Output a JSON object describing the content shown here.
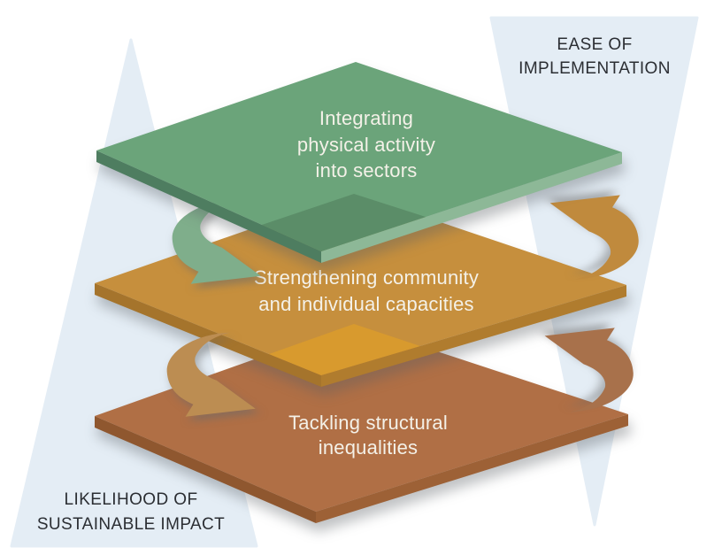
{
  "diagram": {
    "axis_labels": {
      "ease": {
        "line1": "EASE OF",
        "line2": "IMPLEMENTATION"
      },
      "likelihood": {
        "line1": "LIKELIHOOD OF",
        "line2": "SUSTAINABLE IMPACT"
      }
    },
    "layers": [
      {
        "name": "integrating-physical-activity",
        "lines": [
          "Integrating",
          "physical activity",
          "into sectors"
        ],
        "colors": {
          "top": "#6BA47A",
          "left_side": "#4E7D60",
          "right_side": "#8DB897",
          "overlap_tip": "#5B8D68"
        }
      },
      {
        "name": "strengthening-capacities",
        "lines": [
          "Strengthening community",
          "and individual capacities"
        ],
        "colors": {
          "top": "#C68F3D",
          "left_side": "#A5742C",
          "right_side": "#B07C2E",
          "overlap_tip": "#D89A2E"
        }
      },
      {
        "name": "tackling-inequalities",
        "lines": [
          "Tackling structural",
          "inequalities"
        ],
        "colors": {
          "top": "#B06F45",
          "left_side": "#8F572F",
          "right_side": "#9D6136"
        }
      }
    ],
    "arrows": {
      "upper_left": {
        "color": "#7FAE8B",
        "direction": "down"
      },
      "upper_right": {
        "color": "#C08A3D",
        "direction": "up"
      },
      "lower_left": {
        "color": "#BC8D52",
        "direction": "down"
      },
      "lower_right": {
        "color": "#A8714B",
        "direction": "up"
      }
    },
    "background": {
      "triangle": "#E4EDF5",
      "page": "#FFFFFF",
      "label_text": "#2B2E33",
      "layer_text": "#F4F1E8"
    }
  }
}
